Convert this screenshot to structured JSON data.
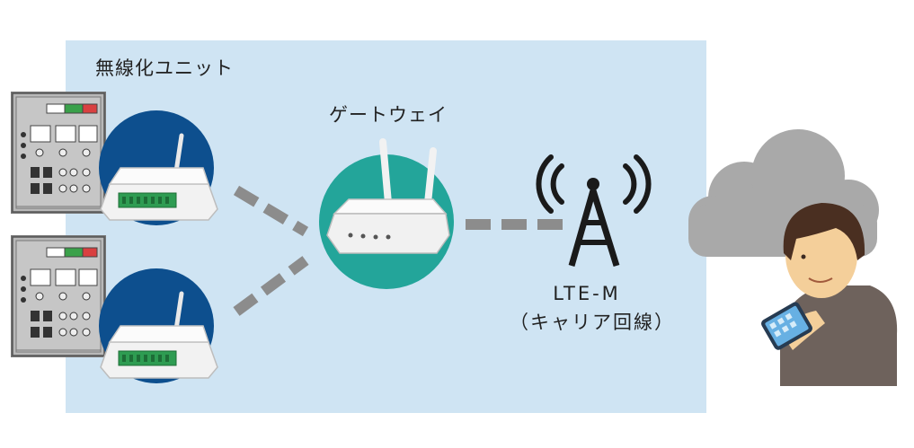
{
  "labels": {
    "wireless_unit": "無線化ユニット",
    "gateway": "ゲートウェイ",
    "lte_m": "LTE-M",
    "carrier": "（キャリア回線）"
  },
  "colors": {
    "panel": "#cfe4f3",
    "unit_circle": "#0d4f8e",
    "gateway_circle": "#23a59a",
    "link_dash": "#8c8c8c",
    "cloud": "#a9a9a9",
    "tower": "#1a1a1a"
  },
  "icons": {
    "control_panel": "control-panel-icon",
    "unit_device": "wireless-unit-device-icon",
    "gateway_device": "gateway-router-icon",
    "tower": "lte-tower-icon",
    "cloud": "cloud-icon",
    "person": "person-with-smartphone-icon"
  }
}
